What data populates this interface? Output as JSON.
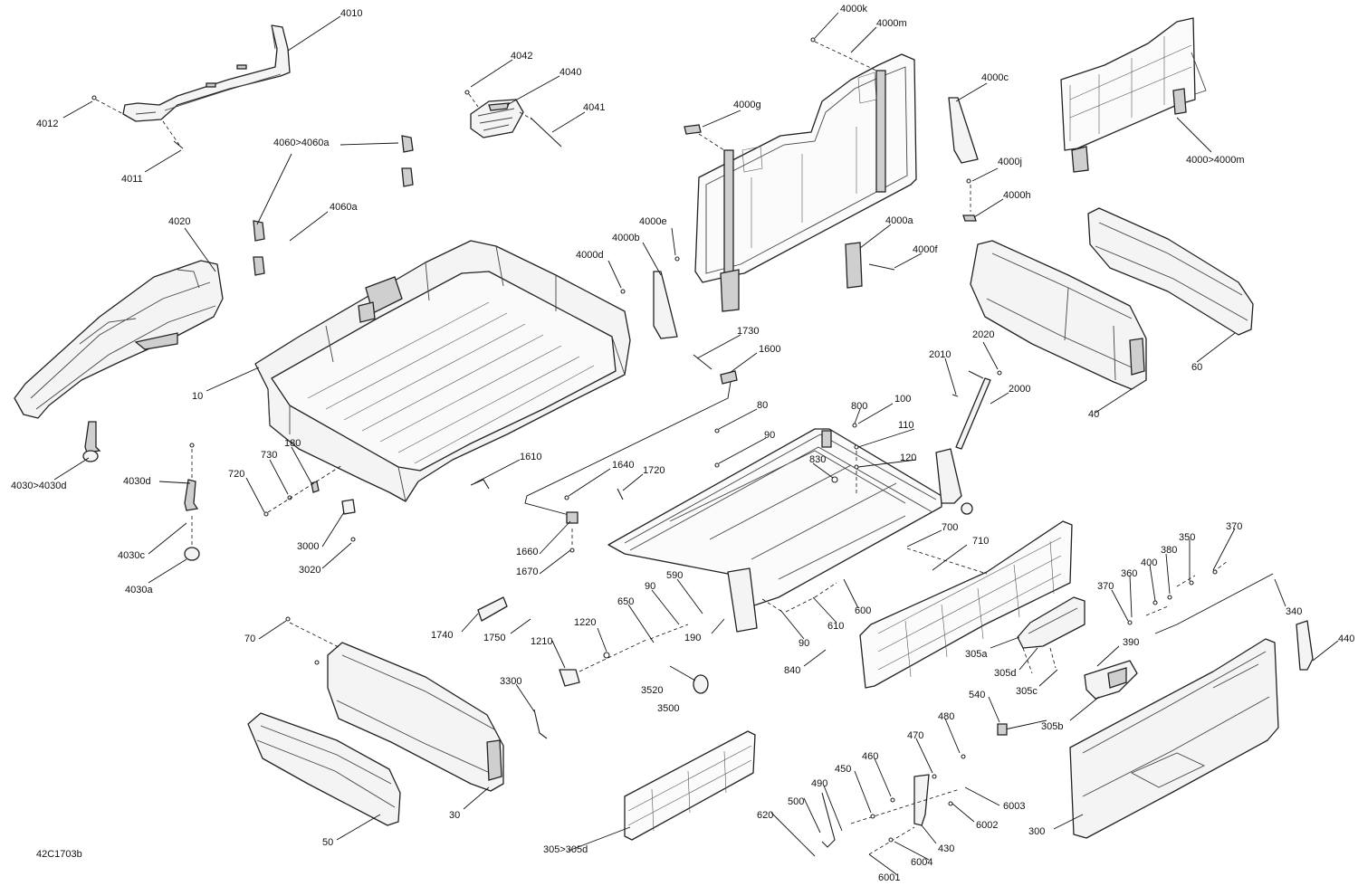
{
  "diagram": {
    "code": "42C1703b",
    "labels": [
      "4010",
      "4012",
      "4011",
      "4042",
      "4040",
      "4041",
      "4060>4060a",
      "4060a",
      "4000k",
      "4000m",
      "4000g",
      "4000c",
      "4000j",
      "4000h",
      "4000>4000m",
      "4000e",
      "4000b",
      "4000d",
      "4000a",
      "4000f",
      "4020",
      "10",
      "4030>4030d",
      "4030d",
      "730",
      "180",
      "720",
      "4030c",
      "4030a",
      "3000",
      "3020",
      "1730",
      "1600",
      "1610",
      "1640",
      "1720",
      "1660",
      "1670",
      "80",
      "90",
      "800",
      "100",
      "110",
      "120",
      "830",
      "2010",
      "2020",
      "2000",
      "60",
      "40",
      "700",
      "710",
      "370",
      "350",
      "380",
      "400",
      "360",
      "370",
      "340",
      "440",
      "590",
      "90",
      "650",
      "1220",
      "1210",
      "1740",
      "1750",
      "190",
      "600",
      "610",
      "90",
      "840",
      "305a",
      "305d",
      "305c",
      "390",
      "305b",
      "540",
      "70",
      "3300",
      "3520",
      "3500",
      "30",
      "50",
      "305>305d",
      "480",
      "470",
      "460",
      "450",
      "490",
      "500",
      "620",
      "430",
      "6003",
      "6002",
      "6004",
      "6001",
      "300"
    ]
  }
}
